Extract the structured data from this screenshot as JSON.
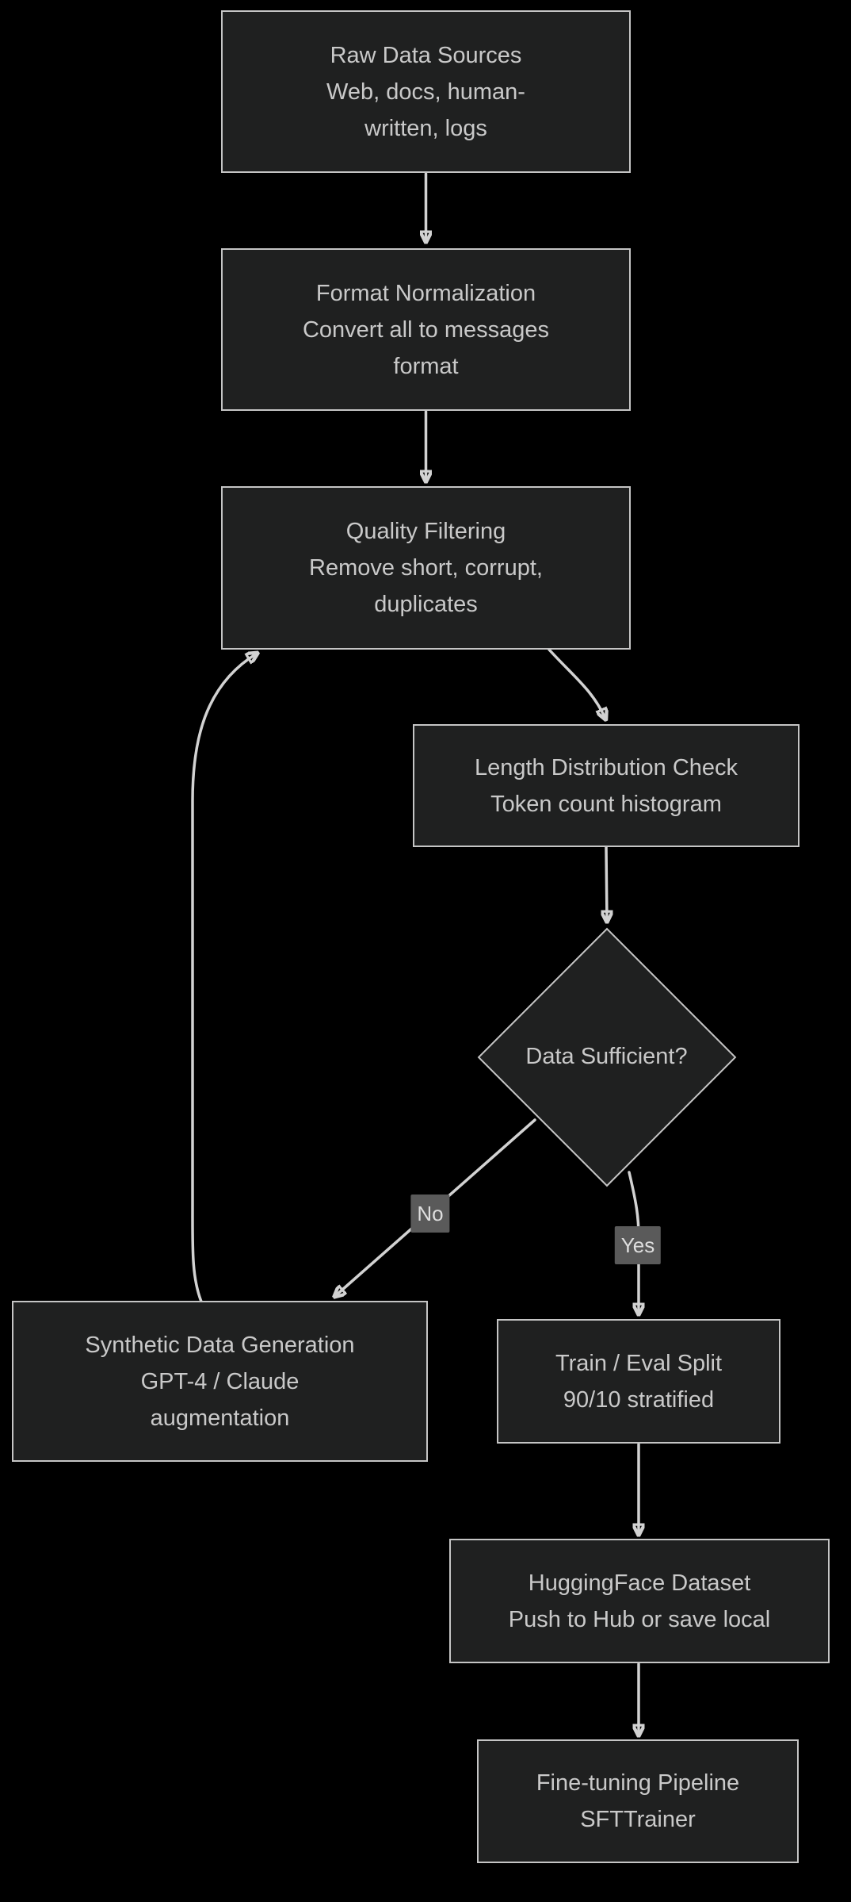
{
  "diagram": {
    "type": "flowchart",
    "direction": "top-down",
    "colors": {
      "background": "#000000",
      "node_fill": "#1f2020",
      "node_border": "#c5c5c5",
      "node_text": "#c9c9c9",
      "edge_line": "#d2d2d2",
      "edge_label_bg": "#5a5a5a",
      "edge_label_text": "#dedede"
    },
    "nodes": {
      "raw": {
        "shape": "rect",
        "title": "Raw Data Sources",
        "subtitle": "Web, docs, human-\nwritten, logs"
      },
      "format": {
        "shape": "rect",
        "title": "Format Normalization",
        "subtitle": "Convert all to messages\nformat"
      },
      "quality": {
        "shape": "rect",
        "title": "Quality Filtering",
        "subtitle": "Remove short, corrupt,\nduplicates"
      },
      "length": {
        "shape": "rect",
        "title": "Length Distribution Check",
        "subtitle": "Token count histogram"
      },
      "decision": {
        "shape": "diamond",
        "title": "Data Sufficient?"
      },
      "synthetic": {
        "shape": "rect",
        "title": "Synthetic Data Generation",
        "subtitle": "GPT-4 / Claude\naugmentation"
      },
      "train": {
        "shape": "rect",
        "title": "Train / Eval Split",
        "subtitle": "90/10 stratified"
      },
      "hf": {
        "shape": "rect",
        "title": "HuggingFace Dataset",
        "subtitle": "Push to Hub or save local"
      },
      "fine": {
        "shape": "rect",
        "title": "Fine-tuning Pipeline",
        "subtitle": "SFTTrainer"
      }
    },
    "edges": [
      {
        "from": "raw",
        "to": "format",
        "label": ""
      },
      {
        "from": "format",
        "to": "quality",
        "label": ""
      },
      {
        "from": "quality",
        "to": "length",
        "label": ""
      },
      {
        "from": "length",
        "to": "decision",
        "label": ""
      },
      {
        "from": "decision",
        "to": "synthetic",
        "label": "No"
      },
      {
        "from": "decision",
        "to": "train",
        "label": "Yes"
      },
      {
        "from": "synthetic",
        "to": "quality",
        "label": ""
      },
      {
        "from": "train",
        "to": "hf",
        "label": ""
      },
      {
        "from": "hf",
        "to": "fine",
        "label": ""
      }
    ]
  }
}
